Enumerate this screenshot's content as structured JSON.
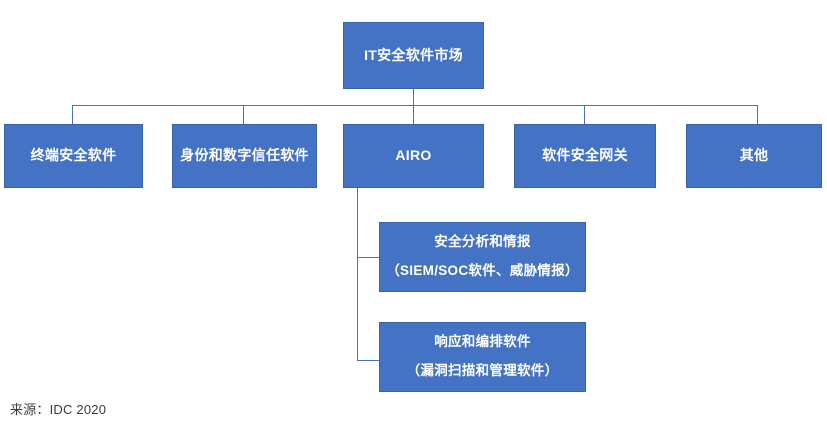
{
  "diagram": {
    "type": "hierarchy-tree",
    "colors": {
      "node_fill": "#4472C4",
      "node_border": "#3A62AB",
      "node_text": "#FFFFFF",
      "connector": "#4472C4",
      "background": "#FFFFFF",
      "source_text": "#3C3C3C"
    },
    "root": {
      "label": "IT安全软件市场"
    },
    "level2": [
      {
        "label": "终端安全软件"
      },
      {
        "label": "身份和数字信任软件"
      },
      {
        "label": "AIRO"
      },
      {
        "label": "软件安全网关"
      },
      {
        "label": "其他"
      }
    ],
    "level3": [
      {
        "parent": "AIRO",
        "line_main": "安全分析和情报",
        "line_sub": "（SIEM/SOC软件、威胁情报）"
      },
      {
        "parent": "AIRO",
        "line_main": "响应和编排软件",
        "line_sub": "（漏洞扫描和管理软件）"
      }
    ]
  },
  "footer": {
    "source": "来源：IDC 2020"
  }
}
